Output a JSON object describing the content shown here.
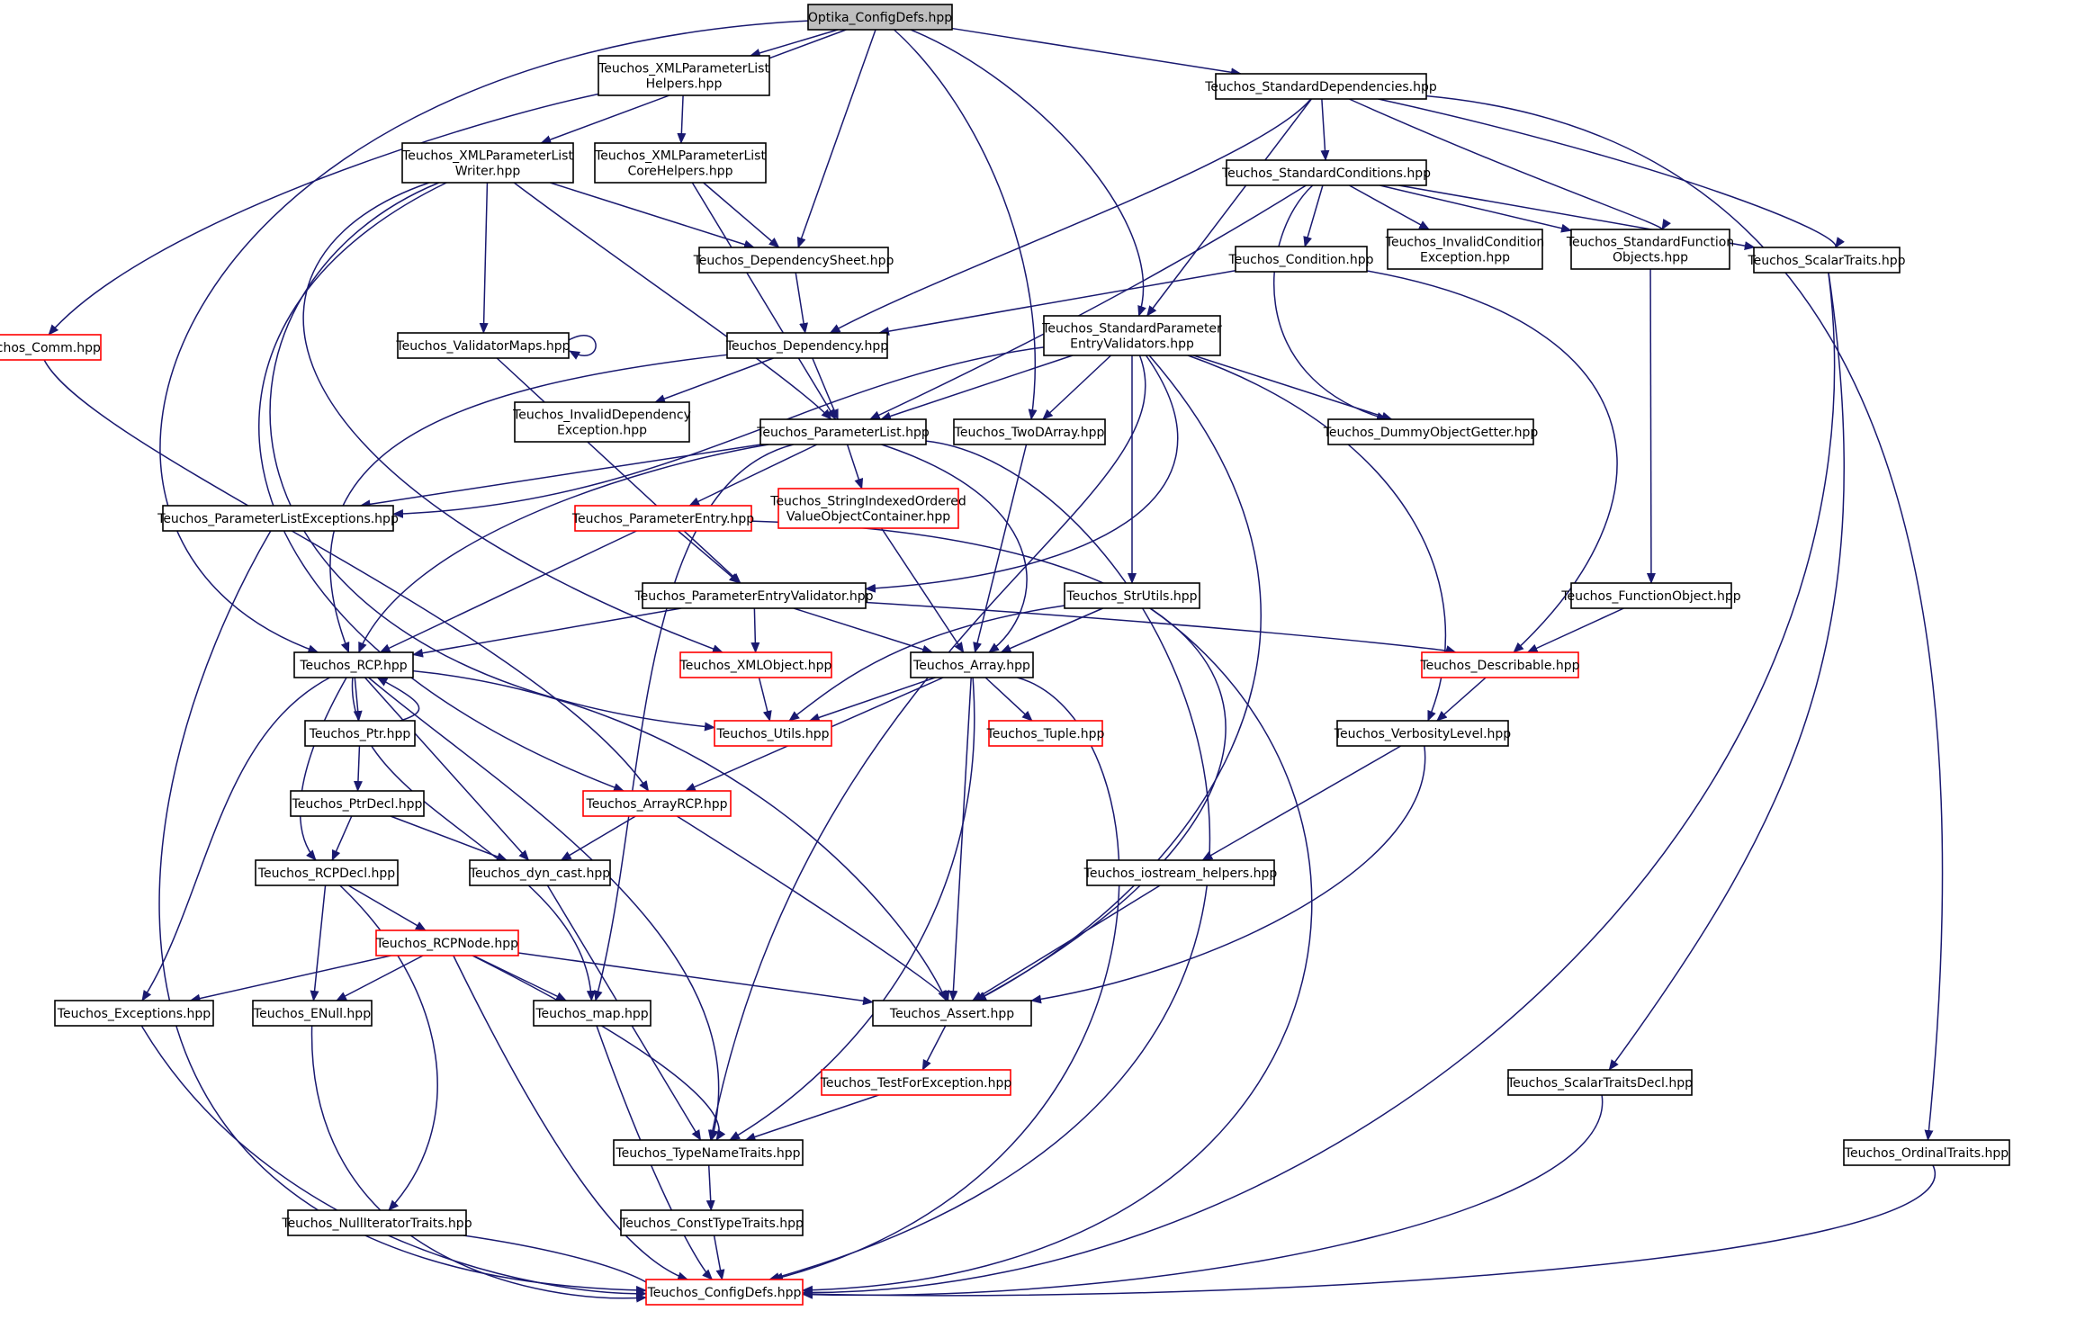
{
  "colors": {
    "edge": "#191970",
    "normal_border": "#000000",
    "missing_border": "#ff0000",
    "root_fill": "#bfbfbf",
    "node_fill": "#ffffff"
  },
  "nodes": [
    {
      "id": "optika_configdefs",
      "lines": [
        "Optika_ConfigDefs.hpp"
      ],
      "kind": "root"
    },
    {
      "id": "xml_helpers",
      "lines": [
        "Teuchos_XMLParameterList",
        "Helpers.hpp"
      ],
      "kind": "normal"
    },
    {
      "id": "std_deps",
      "lines": [
        "Teuchos_StandardDependencies.hpp"
      ],
      "kind": "normal"
    },
    {
      "id": "xml_writer",
      "lines": [
        "Teuchos_XMLParameterList",
        "Writer.hpp"
      ],
      "kind": "normal"
    },
    {
      "id": "xml_corehelpers",
      "lines": [
        "Teuchos_XMLParameterList",
        "CoreHelpers.hpp"
      ],
      "kind": "normal"
    },
    {
      "id": "std_conditions",
      "lines": [
        "Teuchos_StandardConditions.hpp"
      ],
      "kind": "normal"
    },
    {
      "id": "dep_sheet",
      "lines": [
        "Teuchos_DependencySheet.hpp"
      ],
      "kind": "normal"
    },
    {
      "id": "condition",
      "lines": [
        "Teuchos_Condition.hpp"
      ],
      "kind": "normal"
    },
    {
      "id": "invalid_cond",
      "lines": [
        "Teuchos_InvalidCondition",
        "Exception.hpp"
      ],
      "kind": "normal"
    },
    {
      "id": "std_funcobj",
      "lines": [
        "Teuchos_StandardFunction",
        "Objects.hpp"
      ],
      "kind": "normal"
    },
    {
      "id": "scalar_traits",
      "lines": [
        "Teuchos_ScalarTraits.hpp"
      ],
      "kind": "normal"
    },
    {
      "id": "comm",
      "lines": [
        "Teuchos_Comm.hpp"
      ],
      "kind": "missing"
    },
    {
      "id": "validator_maps",
      "lines": [
        "Teuchos_ValidatorMaps.hpp"
      ],
      "kind": "normal"
    },
    {
      "id": "dependency",
      "lines": [
        "Teuchos_Dependency.hpp"
      ],
      "kind": "normal"
    },
    {
      "id": "std_pev",
      "lines": [
        "Teuchos_StandardParameter",
        "EntryValidators.hpp"
      ],
      "kind": "normal"
    },
    {
      "id": "invalid_dep",
      "lines": [
        "Teuchos_InvalidDependency",
        "Exception.hpp"
      ],
      "kind": "normal"
    },
    {
      "id": "param_list",
      "lines": [
        "Teuchos_ParameterList.hpp"
      ],
      "kind": "normal"
    },
    {
      "id": "two_d_array",
      "lines": [
        "Teuchos_TwoDArray.hpp"
      ],
      "kind": "normal"
    },
    {
      "id": "dummy_getter",
      "lines": [
        "Teuchos_DummyObjectGetter.hpp"
      ],
      "kind": "normal"
    },
    {
      "id": "pl_exceptions",
      "lines": [
        "Teuchos_ParameterListExceptions.hpp"
      ],
      "kind": "normal"
    },
    {
      "id": "param_entry",
      "lines": [
        "Teuchos_ParameterEntry.hpp"
      ],
      "kind": "missing"
    },
    {
      "id": "sioc",
      "lines": [
        "Teuchos_StringIndexedOrdered",
        "ValueObjectContainer.hpp"
      ],
      "kind": "missing"
    },
    {
      "id": "pe_validator",
      "lines": [
        "Teuchos_ParameterEntryValidator.hpp"
      ],
      "kind": "normal"
    },
    {
      "id": "str_utils",
      "lines": [
        "Teuchos_StrUtils.hpp"
      ],
      "kind": "normal"
    },
    {
      "id": "function_object",
      "lines": [
        "Teuchos_FunctionObject.hpp"
      ],
      "kind": "normal"
    },
    {
      "id": "rcp",
      "lines": [
        "Teuchos_RCP.hpp"
      ],
      "kind": "normal"
    },
    {
      "id": "xml_object",
      "lines": [
        "Teuchos_XMLObject.hpp"
      ],
      "kind": "missing"
    },
    {
      "id": "array",
      "lines": [
        "Teuchos_Array.hpp"
      ],
      "kind": "normal"
    },
    {
      "id": "describable",
      "lines": [
        "Teuchos_Describable.hpp"
      ],
      "kind": "missing"
    },
    {
      "id": "ptr",
      "lines": [
        "Teuchos_Ptr.hpp"
      ],
      "kind": "normal"
    },
    {
      "id": "utils",
      "lines": [
        "Teuchos_Utils.hpp"
      ],
      "kind": "missing"
    },
    {
      "id": "tuple",
      "lines": [
        "Teuchos_Tuple.hpp"
      ],
      "kind": "missing"
    },
    {
      "id": "verbosity",
      "lines": [
        "Teuchos_VerbosityLevel.hpp"
      ],
      "kind": "normal"
    },
    {
      "id": "ptr_decl",
      "lines": [
        "Teuchos_PtrDecl.hpp"
      ],
      "kind": "normal"
    },
    {
      "id": "array_rcp",
      "lines": [
        "Teuchos_ArrayRCP.hpp"
      ],
      "kind": "missing"
    },
    {
      "id": "rcp_decl",
      "lines": [
        "Teuchos_RCPDecl.hpp"
      ],
      "kind": "normal"
    },
    {
      "id": "dyn_cast",
      "lines": [
        "Teuchos_dyn_cast.hpp"
      ],
      "kind": "normal"
    },
    {
      "id": "iostream_helpers",
      "lines": [
        "Teuchos_iostream_helpers.hpp"
      ],
      "kind": "normal"
    },
    {
      "id": "rcp_node",
      "lines": [
        "Teuchos_RCPNode.hpp"
      ],
      "kind": "missing"
    },
    {
      "id": "exceptions",
      "lines": [
        "Teuchos_Exceptions.hpp"
      ],
      "kind": "normal"
    },
    {
      "id": "enull",
      "lines": [
        "Teuchos_ENull.hpp"
      ],
      "kind": "normal"
    },
    {
      "id": "map",
      "lines": [
        "Teuchos_map.hpp"
      ],
      "kind": "normal"
    },
    {
      "id": "assert",
      "lines": [
        "Teuchos_Assert.hpp"
      ],
      "kind": "normal"
    },
    {
      "id": "test_for_exc",
      "lines": [
        "Teuchos_TestForException.hpp"
      ],
      "kind": "missing"
    },
    {
      "id": "scalar_traits_decl",
      "lines": [
        "Teuchos_ScalarTraitsDecl.hpp"
      ],
      "kind": "normal"
    },
    {
      "id": "type_name_traits",
      "lines": [
        "Teuchos_TypeNameTraits.hpp"
      ],
      "kind": "normal"
    },
    {
      "id": "ordinal_traits",
      "lines": [
        "Teuchos_OrdinalTraits.hpp"
      ],
      "kind": "normal"
    },
    {
      "id": "null_iter",
      "lines": [
        "Teuchos_NullIteratorTraits.hpp"
      ],
      "kind": "normal"
    },
    {
      "id": "const_type_traits",
      "lines": [
        "Teuchos_ConstTypeTraits.hpp"
      ],
      "kind": "normal"
    },
    {
      "id": "teuchos_configdefs",
      "lines": [
        "Teuchos_ConfigDefs.hpp"
      ],
      "kind": "missing"
    }
  ],
  "edges": [
    [
      "optika_configdefs",
      "rcp"
    ],
    [
      "optika_configdefs",
      "xml_helpers"
    ],
    [
      "optika_configdefs",
      "xml_writer"
    ],
    [
      "optika_configdefs",
      "dep_sheet"
    ],
    [
      "optika_configdefs",
      "two_d_array"
    ],
    [
      "optika_configdefs",
      "std_pev"
    ],
    [
      "optika_configdefs",
      "std_deps"
    ],
    [
      "xml_helpers",
      "comm"
    ],
    [
      "xml_helpers",
      "xml_corehelpers"
    ],
    [
      "xml_corehelpers",
      "dep_sheet"
    ],
    [
      "xml_corehelpers",
      "param_list"
    ],
    [
      "xml_writer",
      "dep_sheet"
    ],
    [
      "xml_writer",
      "validator_maps"
    ],
    [
      "xml_writer",
      "param_list"
    ],
    [
      "xml_writer",
      "xml_object"
    ],
    [
      "xml_writer",
      "utils"
    ],
    [
      "xml_writer",
      "array_rcp"
    ],
    [
      "std_deps",
      "dependency"
    ],
    [
      "std_deps",
      "std_conditions"
    ],
    [
      "std_deps",
      "std_pev"
    ],
    [
      "std_deps",
      "std_funcobj"
    ],
    [
      "std_deps",
      "scalar_traits"
    ],
    [
      "std_deps",
      "ordinal_traits"
    ],
    [
      "std_conditions",
      "condition"
    ],
    [
      "std_conditions",
      "invalid_cond"
    ],
    [
      "std_conditions",
      "std_funcobj"
    ],
    [
      "std_conditions",
      "scalar_traits"
    ],
    [
      "std_conditions",
      "param_list"
    ],
    [
      "std_conditions",
      "dummy_getter"
    ],
    [
      "dep_sheet",
      "dependency"
    ],
    [
      "condition",
      "dependency"
    ],
    [
      "condition",
      "describable"
    ],
    [
      "std_funcobj",
      "function_object"
    ],
    [
      "scalar_traits",
      "scalar_traits_decl"
    ],
    [
      "scalar_traits",
      "teuchos_configdefs"
    ],
    [
      "comm",
      "array_rcp"
    ],
    [
      "validator_maps",
      "validator_maps"
    ],
    [
      "validator_maps",
      "pe_validator"
    ],
    [
      "dependency",
      "param_list"
    ],
    [
      "dependency",
      "invalid_dep"
    ],
    [
      "dependency",
      "rcp"
    ],
    [
      "std_pev",
      "param_list"
    ],
    [
      "std_pev",
      "two_d_array"
    ],
    [
      "std_pev",
      "dummy_getter"
    ],
    [
      "std_pev",
      "pl_exceptions"
    ],
    [
      "std_pev",
      "str_utils"
    ],
    [
      "std_pev",
      "verbosity"
    ],
    [
      "std_pev",
      "pe_validator"
    ],
    [
      "std_pev",
      "assert"
    ],
    [
      "std_pev",
      "type_name_traits"
    ],
    [
      "param_list",
      "pl_exceptions"
    ],
    [
      "param_list",
      "param_entry"
    ],
    [
      "param_list",
      "sioc"
    ],
    [
      "param_list",
      "array"
    ],
    [
      "param_list",
      "rcp"
    ],
    [
      "param_list",
      "map"
    ],
    [
      "param_list",
      "teuchos_configdefs"
    ],
    [
      "two_d_array",
      "array"
    ],
    [
      "pl_exceptions",
      "teuchos_configdefs"
    ],
    [
      "param_entry",
      "pe_validator"
    ],
    [
      "param_entry",
      "rcp"
    ],
    [
      "param_entry",
      "assert"
    ],
    [
      "sioc",
      "array"
    ],
    [
      "pe_validator",
      "rcp"
    ],
    [
      "pe_validator",
      "array"
    ],
    [
      "pe_validator",
      "xml_object"
    ],
    [
      "pe_validator",
      "describable"
    ],
    [
      "str_utils",
      "utils"
    ],
    [
      "str_utils",
      "array"
    ],
    [
      "str_utils",
      "teuchos_configdefs"
    ],
    [
      "function_object",
      "describable"
    ],
    [
      "describable",
      "verbosity"
    ],
    [
      "xml_object",
      "utils"
    ],
    [
      "array",
      "utils"
    ],
    [
      "array",
      "tuple"
    ],
    [
      "array",
      "array_rcp"
    ],
    [
      "array",
      "assert"
    ],
    [
      "array",
      "type_name_traits"
    ],
    [
      "array",
      "teuchos_configdefs"
    ],
    [
      "rcp",
      "ptr"
    ],
    [
      "rcp",
      "rcp_decl"
    ],
    [
      "rcp",
      "dyn_cast"
    ],
    [
      "rcp",
      "exceptions"
    ],
    [
      "rcp",
      "map"
    ],
    [
      "rcp",
      "assert"
    ],
    [
      "rcp",
      "type_name_traits"
    ],
    [
      "ptr",
      "rcp"
    ],
    [
      "ptr",
      "ptr_decl"
    ],
    [
      "ptr_decl",
      "rcp_decl"
    ],
    [
      "ptr_decl",
      "dyn_cast"
    ],
    [
      "array_rcp",
      "dyn_cast"
    ],
    [
      "array_rcp",
      "assert"
    ],
    [
      "verbosity",
      "iostream_helpers"
    ],
    [
      "verbosity",
      "assert"
    ],
    [
      "iostream_helpers",
      "assert"
    ],
    [
      "rcp_decl",
      "rcp_node"
    ],
    [
      "rcp_decl",
      "enull"
    ],
    [
      "rcp_decl",
      "null_iter"
    ],
    [
      "dyn_cast",
      "type_name_traits"
    ],
    [
      "rcp_node",
      "exceptions"
    ],
    [
      "rcp_node",
      "enull"
    ],
    [
      "rcp_node",
      "map"
    ],
    [
      "rcp_node",
      "assert"
    ],
    [
      "rcp_node",
      "type_name_traits"
    ],
    [
      "rcp_node",
      "teuchos_configdefs"
    ],
    [
      "exceptions",
      "teuchos_configdefs"
    ],
    [
      "enull",
      "teuchos_configdefs"
    ],
    [
      "map",
      "teuchos_configdefs"
    ],
    [
      "assert",
      "test_for_exc"
    ],
    [
      "test_for_exc",
      "type_name_traits"
    ],
    [
      "type_name_traits",
      "const_type_traits"
    ],
    [
      "const_type_traits",
      "teuchos_configdefs"
    ],
    [
      "null_iter",
      "teuchos_configdefs"
    ],
    [
      "scalar_traits_decl",
      "teuchos_configdefs"
    ],
    [
      "ordinal_traits",
      "teuchos_configdefs"
    ]
  ]
}
